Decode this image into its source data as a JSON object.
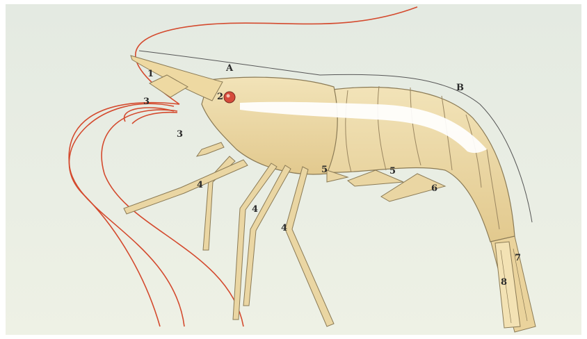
{
  "figure": {
    "background_colors": {
      "paper_top": "#e5ebe3",
      "paper_bottom": "#eef1e6",
      "frame": "#ffffff"
    },
    "body_colors": {
      "shell": "#efdcaa",
      "shell_shade": "#d9c187",
      "outline": "#8a7a55",
      "stripe": "#ffffff",
      "antenna": "#d9472c",
      "eye": "#d44a3a"
    }
  },
  "labels": {
    "a": "A",
    "b": "B",
    "n1": "1",
    "n2": "2",
    "n3a": "3",
    "n3b": "3",
    "n4a": "4",
    "n4b": "4",
    "n4c": "4",
    "n5a": "5",
    "n5b": "5",
    "n6": "6",
    "n7": "7",
    "n8": "8"
  }
}
